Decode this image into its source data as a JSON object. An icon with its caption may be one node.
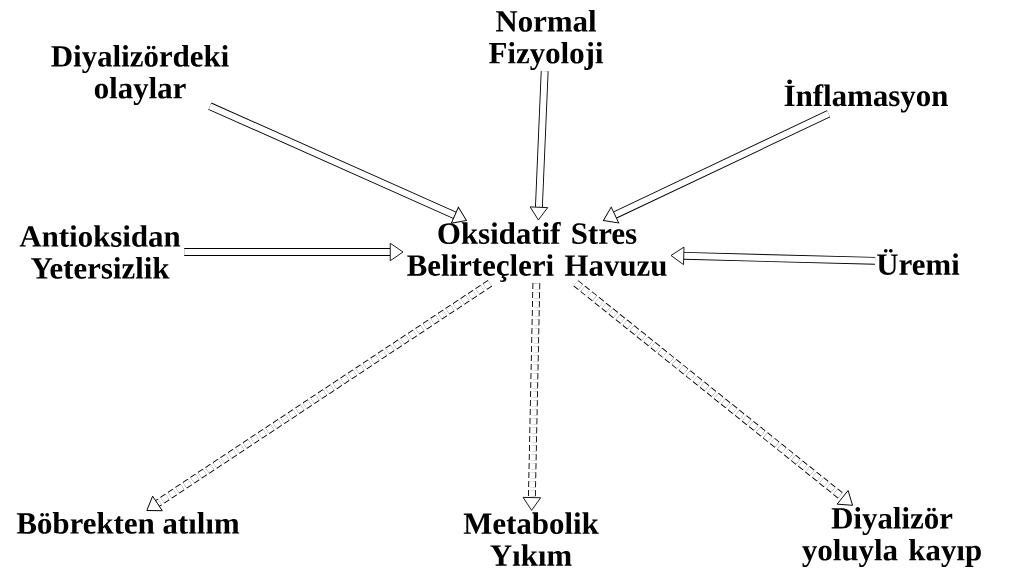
{
  "diagram": {
    "nodes": [
      {
        "text": [
          "Diyalizördeki olaylar"
        ]
      },
      {
        "text": [
          "Normal Fizyoloji"
        ]
      },
      {
        "text": [
          "İnflamasyon"
        ]
      },
      {
        "text": [
          "Antioksidan Yetersizlik"
        ]
      },
      {
        "text": [
          "Oksidatif Stres Belirteçleri Havuzu"
        ]
      },
      {
        "text": [
          "Üremi"
        ]
      },
      {
        "text": [
          "Böbrekten atılım"
        ]
      },
      {
        "text": [
          "Metabolik Yıkım"
        ]
      },
      {
        "text": [
          "Diyalizör yoluyla kayıp"
        ]
      }
    ],
    "edges": [
      {
        "from": 0,
        "to": 4,
        "arrow": "to"
      },
      {
        "from": 1,
        "to": 4,
        "arrow": "to"
      },
      {
        "from": 2,
        "to": 4,
        "arrow": "to"
      },
      {
        "from": 3,
        "to": 4,
        "arrow": "to"
      },
      {
        "from": 5,
        "to": 4,
        "arrow": "to"
      },
      {
        "from": 4,
        "to": 6,
        "arrow": "to",
        "style": "dashed"
      },
      {
        "from": 4,
        "to": 7,
        "arrow": "to",
        "style": "dashed"
      },
      {
        "from": 4,
        "to": 8,
        "arrow": "to",
        "style": "dashed"
      }
    ]
  }
}
